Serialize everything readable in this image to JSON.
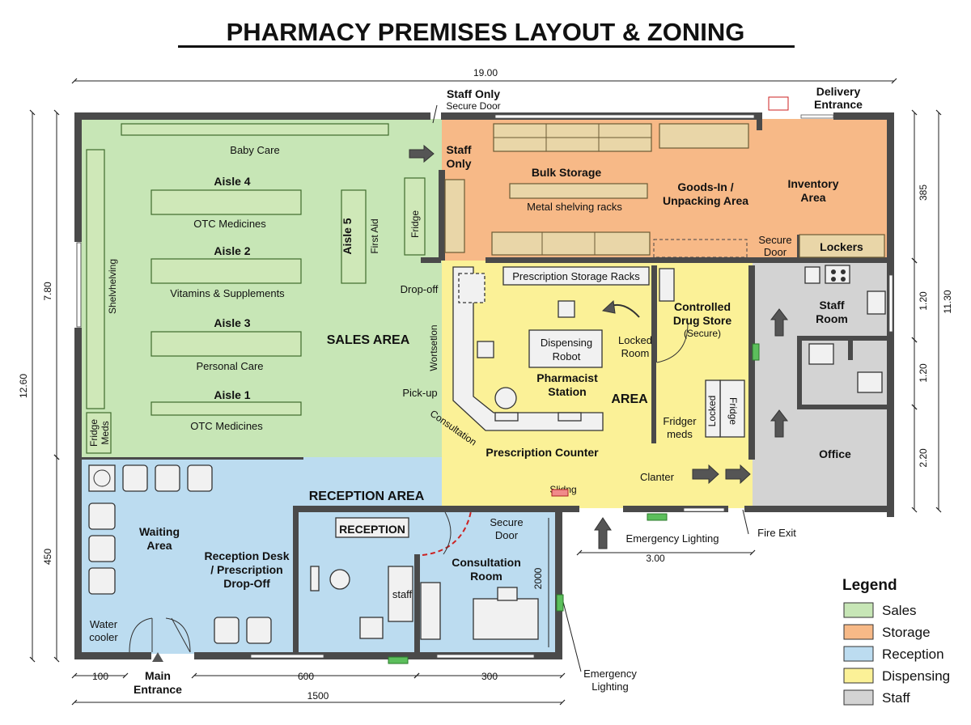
{
  "title": "PHARMACY PREMISES LAYOUT & ZONING",
  "colors": {
    "sales": "#c7e6b6",
    "storage": "#f7b987",
    "reception": "#bcdcf0",
    "dispensing": "#fbf197",
    "staff": "#d3d3d3",
    "wall": "#4a4a4a"
  },
  "zones": {
    "sales_area": "SALES AREA",
    "reception_area": "RECEPTION AREA",
    "area": "AREA"
  },
  "sales": {
    "baby_care": "Baby Care",
    "aisle4": "Aisle 4",
    "aisle4_sub": "OTC Medicines",
    "aisle2": "Aisle 2",
    "aisle2_sub": "Vitamins & Supplements",
    "aisle3": "Aisle 3",
    "aisle3_sub": "Personal Care",
    "aisle1": "Aisle 1",
    "aisle1_sub": "OTC Medicines",
    "aisle5": "Aisle 5",
    "first_aid": "First Aid",
    "fridge": "Fridge",
    "shelving": "Shelvhelving",
    "fridge_meds_1": "Fridge",
    "fridge_meds_2": "Meds",
    "drop_off": "Drop-off",
    "pick_up": "Pick-up",
    "workstation": "Wortsetlon",
    "consultation_curve": "Consultation"
  },
  "storage": {
    "staff_only_1": "Staff",
    "staff_only_2": "Only",
    "bulk_storage": "Bulk Storage",
    "metal_racks": "Metal shelving racks",
    "goods_in_1": "Goods-In /",
    "goods_in_2": "Unpacking Area",
    "inventory_1": "Inventory",
    "inventory_2": "Area",
    "secure_door_1": "Secure",
    "secure_door_2": "Door",
    "lockers": "Lockers"
  },
  "dispensing": {
    "rx_storage_racks": "Prescription Storage Racks",
    "robot_1": "Dispensing",
    "robot_2": "Robot",
    "locked_room_1": "Locked",
    "locked_room_2": "Room",
    "pharmacist_1": "Pharmacist",
    "pharmacist_2": "Station",
    "cd_store_1": "Controlled",
    "cd_store_2": "Drug Store",
    "cd_store_3": "(Secure)",
    "locked_v": "Locked",
    "fridge_v": "Fridge",
    "fridger_1": "Fridger",
    "fridger_2": "meds",
    "rx_counter": "Prescription Counter",
    "clanter": "Clanter",
    "sliding": "Slidng"
  },
  "staff": {
    "staff_room_1": "Staff",
    "staff_room_2": "Room",
    "office": "Office"
  },
  "reception": {
    "waiting_1": "Waiting",
    "waiting_2": "Area",
    "desk_1": "Reception Desk",
    "desk_2": "/ Prescription",
    "desk_3": "Drop-Off",
    "reception_sign": "RECEPTION",
    "staff": "staff",
    "secure_door_1": "Secure",
    "secure_door_2": "Door",
    "consult_1": "Consultation",
    "consult_2": "Room",
    "water_1": "Water",
    "water_2": "cooler"
  },
  "callouts": {
    "staff_only": "Staff Only",
    "secure_door": "Secure Door",
    "delivery_1": "Delivery",
    "delivery_2": "Entrance",
    "emergency_lighting": "Emergency Lighting",
    "fire_exit": "Fire Exit",
    "main_entrance_1": "Main",
    "main_entrance_2": "Entrance",
    "emergency_lighting_1": "Emergency",
    "emergency_lighting_2": "Lighting"
  },
  "dimensions": {
    "top_total": "19.00",
    "left_total": "12.60",
    "left_upper": "7.80",
    "left_lower": "450",
    "right_1": "385",
    "right_total": "11.30",
    "right_2": "1.20",
    "right_3": "1.20",
    "right_4": "2.20",
    "bottom_a": "100",
    "bottom_b": "600",
    "bottom_c": "300",
    "bottom_total": "1500",
    "notch": "3.00",
    "consult_h": "2000"
  },
  "legend": {
    "title": "Legend",
    "items": [
      {
        "label": "Sales",
        "color": "#c7e6b6"
      },
      {
        "label": "Storage",
        "color": "#f7b987"
      },
      {
        "label": "Reception",
        "color": "#bcdcf0"
      },
      {
        "label": "Dispensing",
        "color": "#fbf197"
      },
      {
        "label": "Staff",
        "color": "#d3d3d3"
      }
    ]
  }
}
